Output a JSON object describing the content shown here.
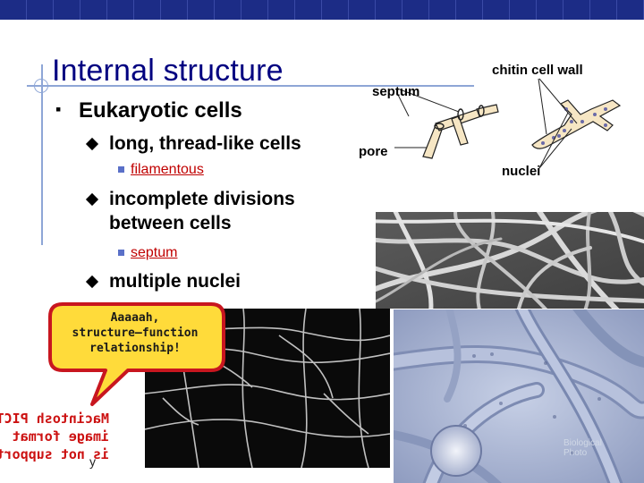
{
  "slide": {
    "title": "Internal structure",
    "bullet_level1": "Eukaryotic cells",
    "items": [
      {
        "text": "long, thread-like cells",
        "sub": "filamentous"
      },
      {
        "text": "incomplete divisions",
        "text2": "between cells",
        "sub": "septum"
      },
      {
        "text": "multiple nuclei"
      }
    ]
  },
  "diagram": {
    "labels": {
      "septum": "septum",
      "pore": "pore",
      "chitin": "chitin cell wall",
      "nuclei": "nuclei"
    },
    "colors": {
      "hypha": "#f6e6c4",
      "nucleus": "#6a6aa8",
      "line": "#222222"
    }
  },
  "callout": {
    "lines": [
      "Aaaaah,",
      "structure–function",
      "relationship!"
    ],
    "colors": {
      "fill": "#ffdb3a",
      "stroke": "#c8161f"
    }
  },
  "placeholder": {
    "lines": [
      "Macintosh PICT",
      "image format",
      "is not supported"
    ],
    "trailing": "y"
  },
  "watermark": [
    "Biological",
    "Photo"
  ]
}
